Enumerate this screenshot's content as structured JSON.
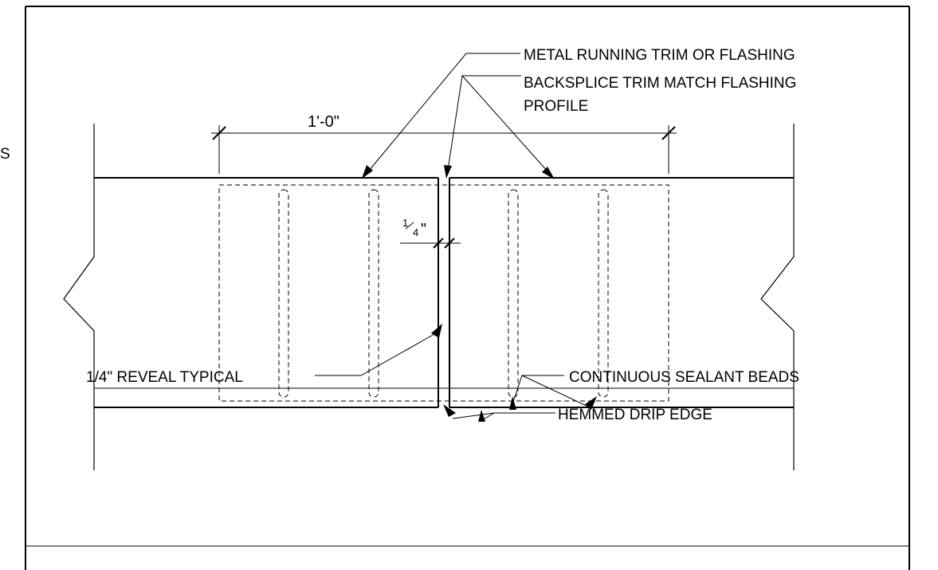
{
  "labels": {
    "metal_trim": "METAL RUNNING TRIM OR FLASHING",
    "backsplice_line1": "BACKSPLICE TRIM MATCH FLASHING",
    "backsplice_line2": "PROFILE",
    "dimension": "1'-0\"",
    "gap_num": "1",
    "gap_den": "4",
    "gap_unit": "\"",
    "reveal": "1/4\" REVEAL TYPICAL",
    "sealant": "CONTINUOUS SEALANT BEADS",
    "drip": "HEMMED DRIP EDGE",
    "edge_fragment": "S"
  }
}
